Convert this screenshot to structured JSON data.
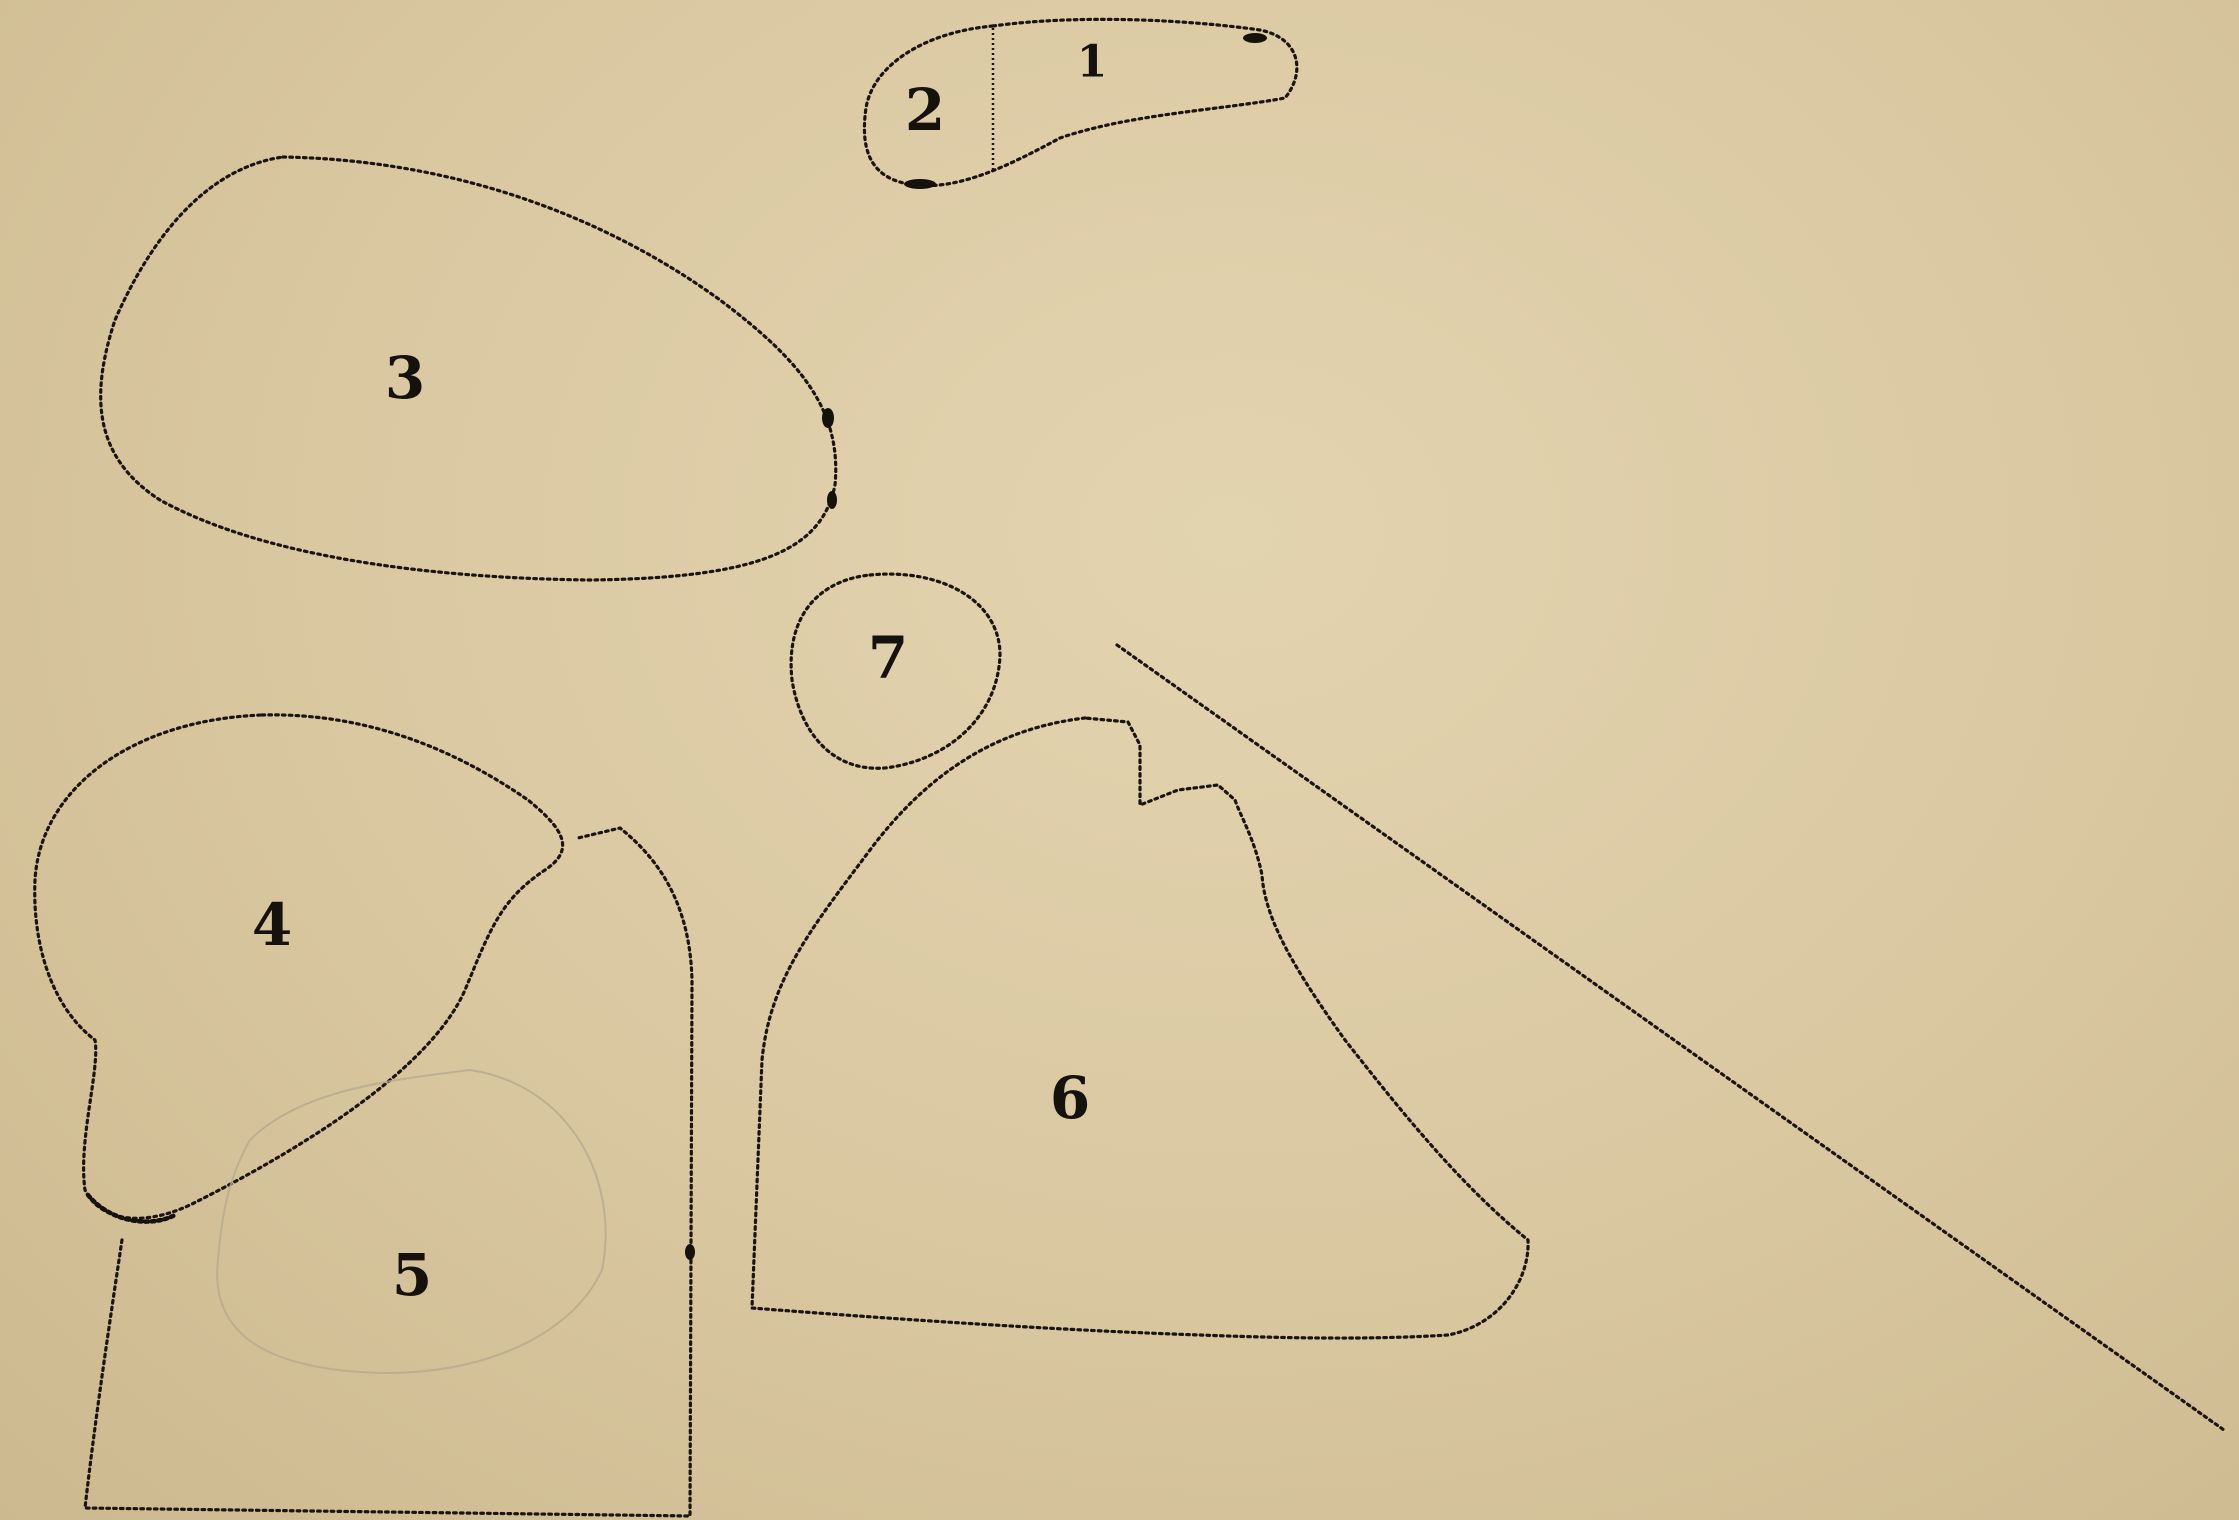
{
  "regions": [
    {
      "id": "1",
      "label": "1"
    },
    {
      "id": "2",
      "label": "2"
    },
    {
      "id": "3",
      "label": "3"
    },
    {
      "id": "4",
      "label": "4"
    },
    {
      "id": "5",
      "label": "5"
    },
    {
      "id": "6",
      "label": "6"
    },
    {
      "id": "7",
      "label": "7"
    }
  ],
  "colors": {
    "paper": "#d9c79f",
    "ink": "#1a1510",
    "pencil": "#b6a98d"
  }
}
